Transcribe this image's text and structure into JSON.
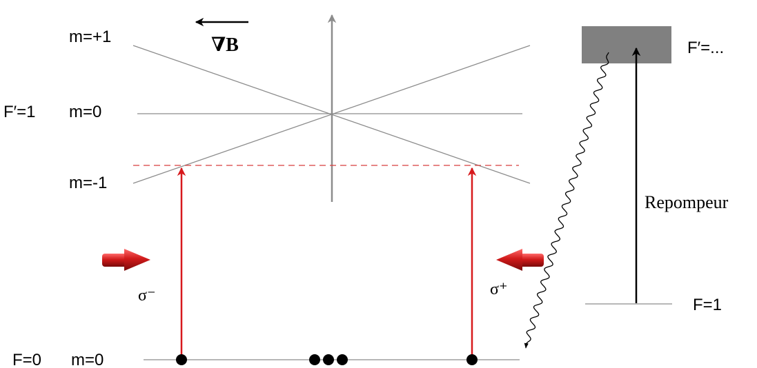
{
  "labels": {
    "m_plus1": "m=+1",
    "m_0_upper": "m=0",
    "m_minus1": "m=-1",
    "f_prime_1": "F′=1",
    "f_0": "F=0",
    "m_0_lower": "m=0",
    "grad_b": "∇B",
    "sigma_minus": "σ⁻",
    "sigma_plus": "σ⁺",
    "f_prime_dots": "F′=...",
    "f_1": "F=1",
    "repompeur": "Repompeur"
  },
  "colors": {
    "level_line": "#8c8c8c",
    "axis": "#8c8c8c",
    "laser": "#d7191c",
    "detuning": "#d73c3c",
    "atom": "#000000",
    "upper_band": "#808080",
    "beam_arrow": "#c0141a"
  },
  "icons": {
    "beam_left": "red-arrow-right-icon",
    "beam_right": "red-arrow-left-icon",
    "decay": "wavy-arrow-icon"
  }
}
